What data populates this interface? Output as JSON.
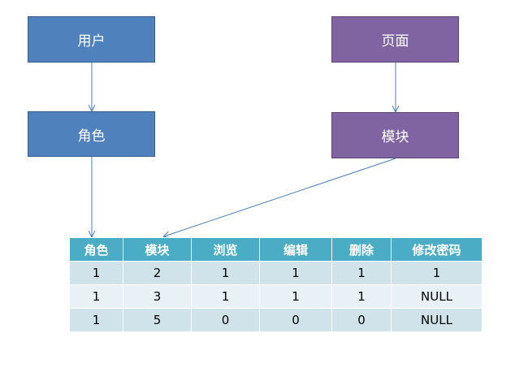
{
  "boxes": {
    "user": "用户",
    "role": "角色",
    "page": "页面",
    "module": "模块"
  },
  "table": {
    "headers": [
      "角色",
      "模块",
      "浏览",
      "编辑",
      "删除",
      "修改密码"
    ],
    "rows": [
      [
        "1",
        "2",
        "1",
        "1",
        "1",
        "1"
      ],
      [
        "1",
        "3",
        "1",
        "1",
        "1",
        "NULL"
      ],
      [
        "1",
        "5",
        "0",
        "0",
        "0",
        "NULL"
      ]
    ]
  },
  "colors": {
    "user_role_fill": "#4f81bd",
    "page_module_fill": "#8064a2",
    "table_header": "#4bacc6",
    "row_dark": "#d0e3ea",
    "row_light": "#e8f1f5",
    "arrow": "#4a7ebb"
  }
}
